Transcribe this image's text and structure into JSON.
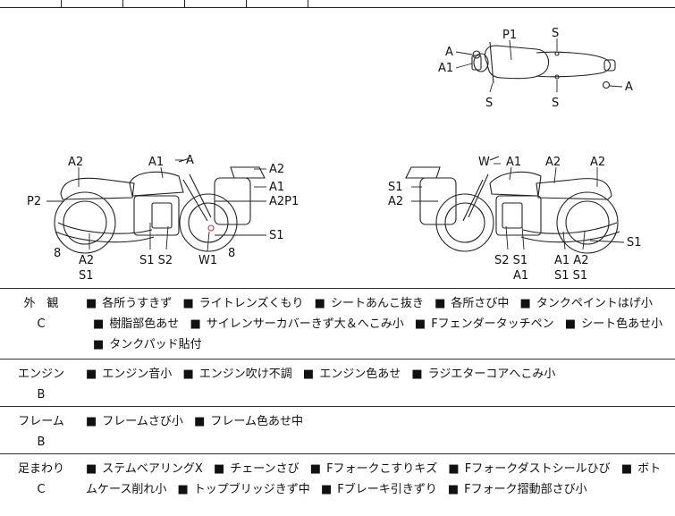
{
  "diagram": {
    "top_view": {
      "labels": [
        "P1",
        "S",
        "A",
        "A1",
        "A",
        "S",
        "S"
      ]
    },
    "left_view": {
      "labels": [
        "A2",
        "A1",
        "A",
        "A2",
        "A1",
        "A2P1",
        "P2",
        "S1",
        "8",
        "8",
        "A2",
        "S1",
        "S1 S2",
        "W1"
      ]
    },
    "right_view": {
      "labels": [
        "W",
        "A1",
        "A2",
        "A2",
        "S1",
        "A2",
        "S1",
        "S2 S1",
        "A1",
        "A1 A2",
        "S1 S1"
      ]
    }
  },
  "rows": [
    {
      "label_top": "外　観",
      "label_grade": "C",
      "items": [
        "各所うすきず",
        "ライトレンズくもり",
        "シートあんこ抜き",
        "各所さび中",
        "タンクペイントはげ小",
        "樹脂部色あせ",
        "サイレンサーカバーきず大＆へこみ小",
        "Fフェンダータッチペン",
        "シート色あせ小",
        "タンクパッド貼付"
      ]
    },
    {
      "label_top": "エンジン",
      "label_grade": "B",
      "items": [
        "エンジン音小",
        "エンジン吹け不調",
        "エンジン色あせ",
        "ラジエターコアへこみ小"
      ]
    },
    {
      "label_top": "フレーム",
      "label_grade": "B",
      "items": [
        "フレームさび小",
        "フレーム色あせ中"
      ]
    },
    {
      "label_top": "足まわり",
      "label_grade": "C",
      "items": [
        "ステムベアリングX",
        "チェーンさび",
        "Fフォークこすりキズ",
        "Fフォークダストシールひび",
        "ボトムケース削れ小",
        "トップブリッジきず中",
        "Fブレーキ引きずり",
        "Fフォーク摺動部さび小"
      ]
    }
  ],
  "bullet": "■"
}
